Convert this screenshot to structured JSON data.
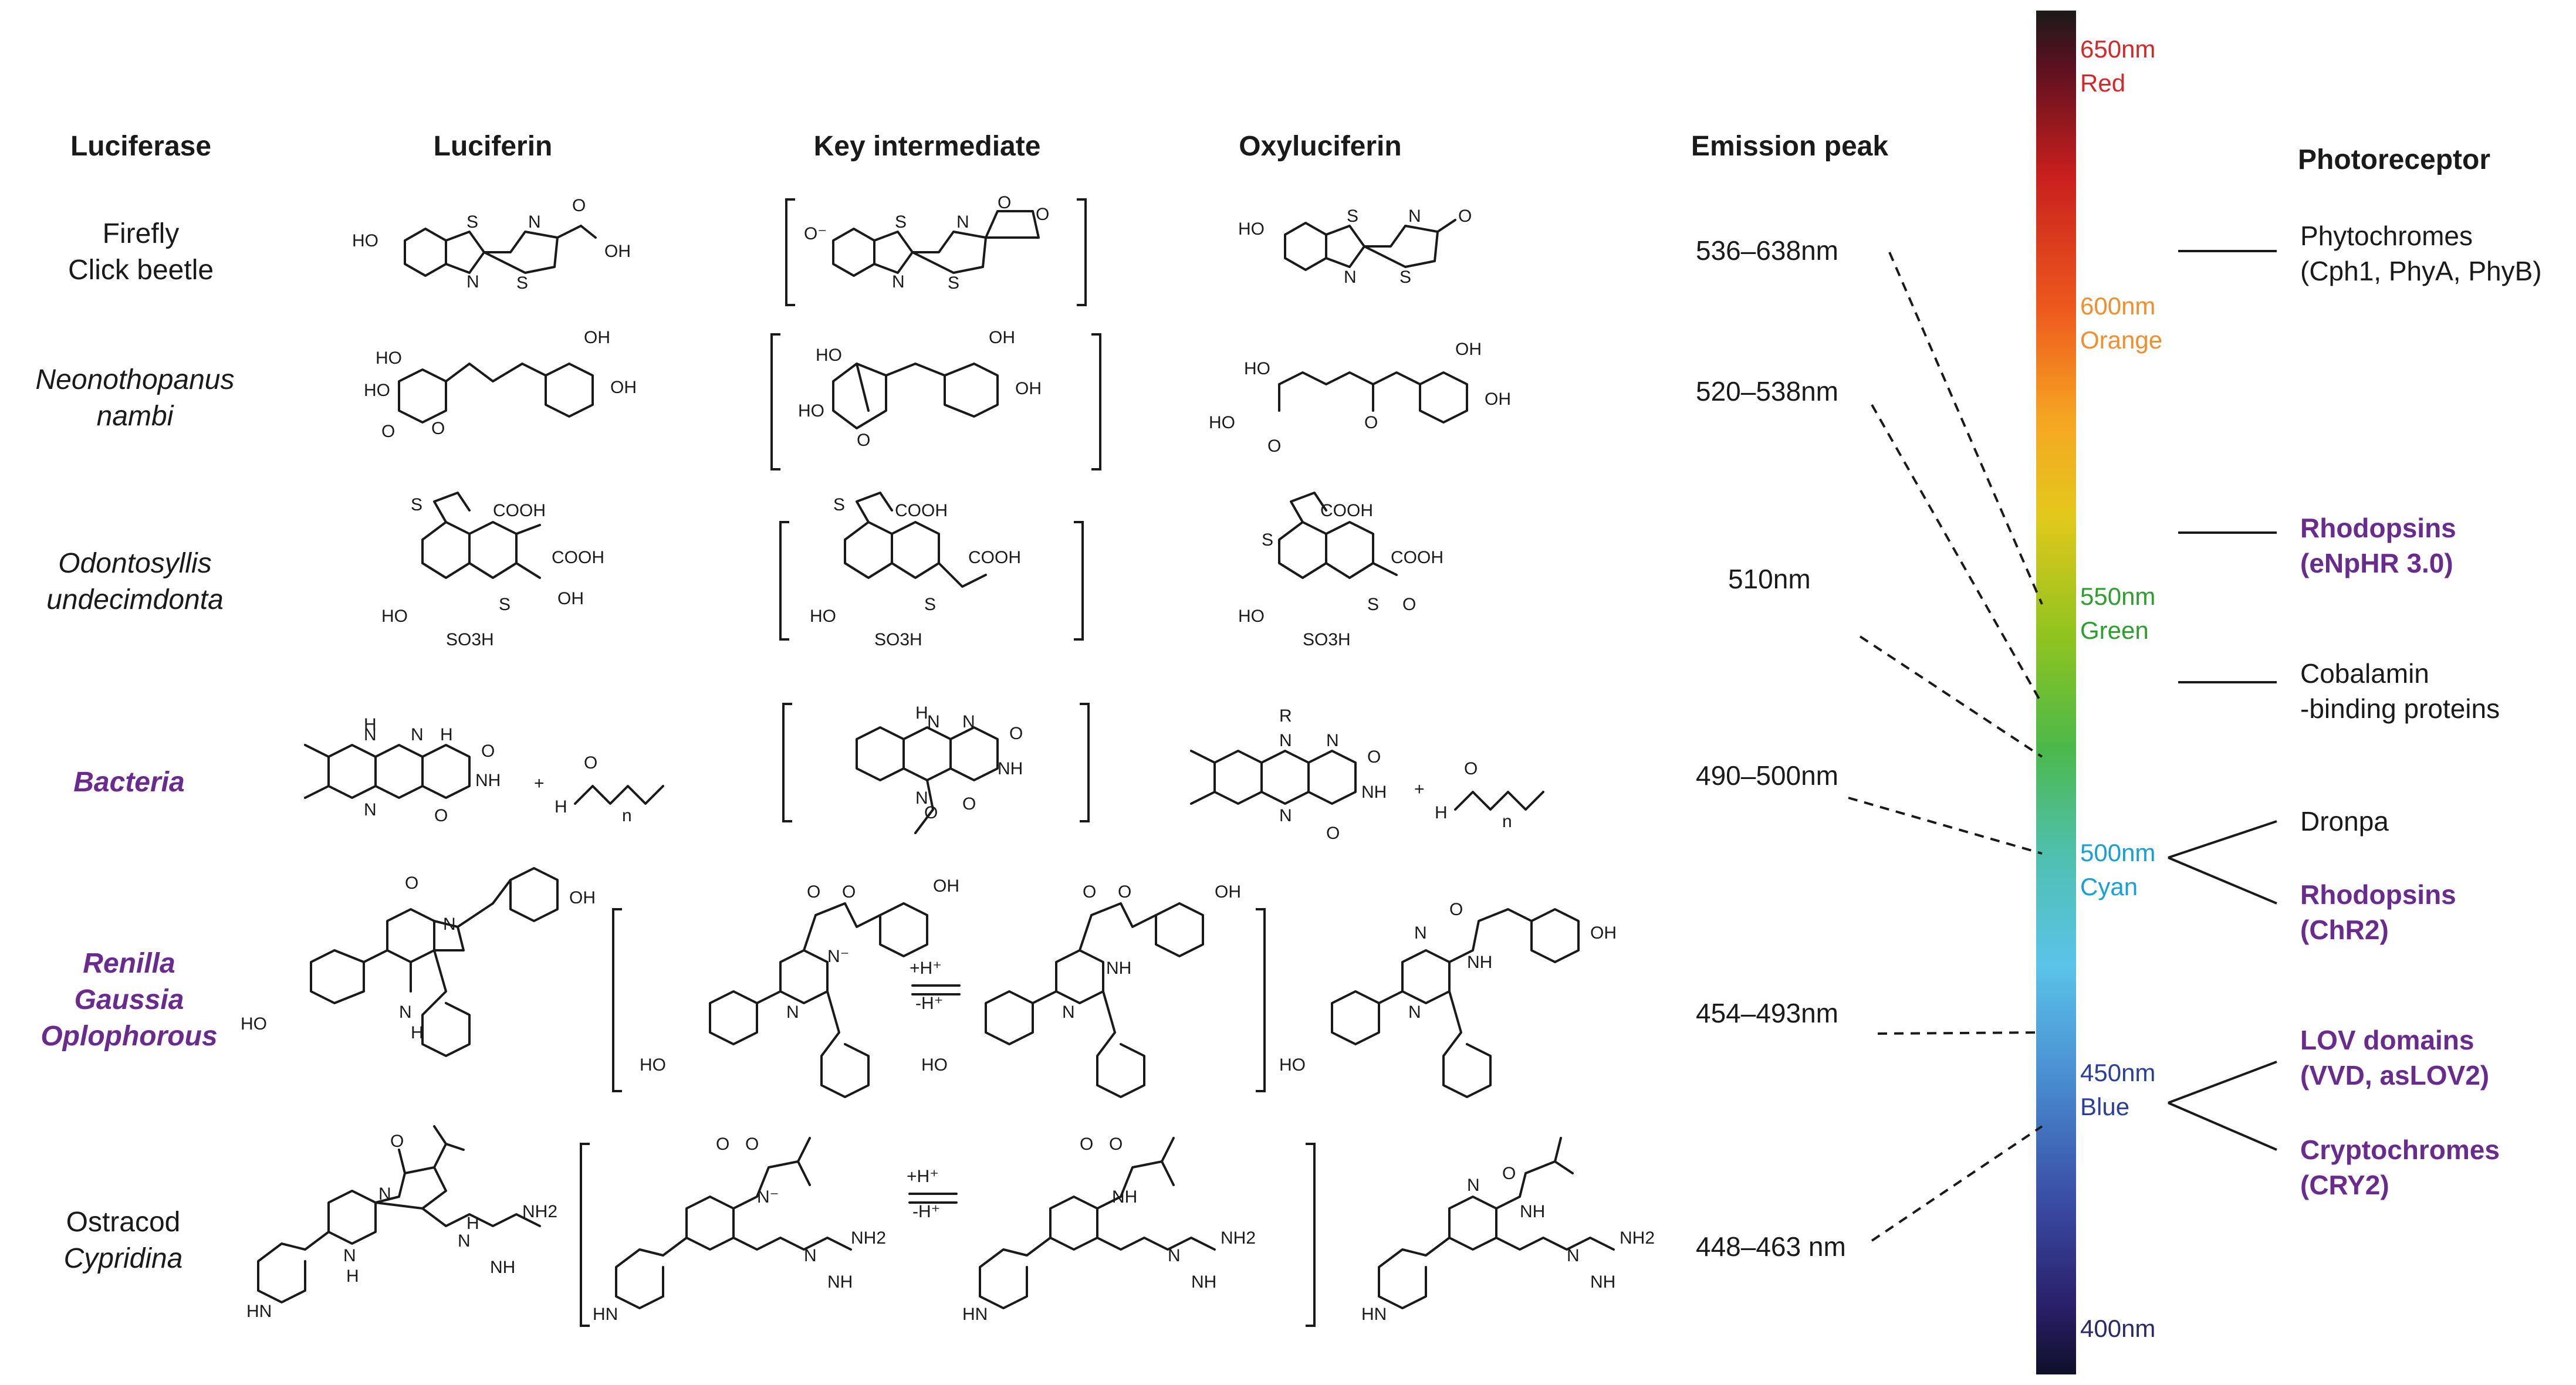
{
  "headers": {
    "luciferase": "Luciferase",
    "luciferin": "Luciferin",
    "intermediate": "Key intermediate",
    "oxyluciferin": "Oxyluciferin",
    "emission": "Emission peak",
    "photoreceptor": "Photoreceptor"
  },
  "luciferases": [
    {
      "lines": [
        "Firefly",
        "Click beetle"
      ],
      "style": "normal"
    },
    {
      "lines": [
        "Neonothopanus",
        "nambi"
      ],
      "style": "italic"
    },
    {
      "lines": [
        "Odontosyllis",
        "undecimdonta"
      ],
      "style": "italic"
    },
    {
      "lines": [
        "Bacteria"
      ],
      "style": "purple-italic"
    },
    {
      "lines": [
        "Renilla",
        "Gaussia",
        "Oplophorous"
      ],
      "style": "purple-italic"
    },
    {
      "lines": [
        "Ostracod",
        "Cypridina"
      ],
      "style": "mixed"
    }
  ],
  "emission_peaks": [
    "536–638nm",
    "520–538nm",
    "510nm",
    "490–500nm",
    "454–493nm",
    "448–463 nm"
  ],
  "spectrum": {
    "labels": [
      {
        "nm": "650nm",
        "color_name": "Red",
        "color": "#d62728"
      },
      {
        "nm": "600nm",
        "color_name": "Orange",
        "color": "#f28e2b"
      },
      {
        "nm": "550nm",
        "color_name": "Green",
        "color": "#2ca02c"
      },
      {
        "nm": "500nm",
        "color_name": "Cyan",
        "color": "#17a0d8"
      },
      {
        "nm": "450nm",
        "color_name": "Blue",
        "color": "#2a3f9a"
      },
      {
        "nm": "400nm",
        "color_name": "",
        "color": "#2a2a6a"
      }
    ]
  },
  "photoreceptors": [
    {
      "lines": [
        "Phytochromes",
        "(Cph1, PhyA, PhyB)"
      ],
      "style": "normal"
    },
    {
      "lines": [
        "Rhodopsins",
        "(eNpHR 3.0)"
      ],
      "style": "purple"
    },
    {
      "lines": [
        "Cobalamin",
        "-binding proteins"
      ],
      "style": "normal"
    },
    {
      "lines": [
        "Dronpa"
      ],
      "style": "normal"
    },
    {
      "lines": [
        "Rhodopsins",
        "(ChR2)"
      ],
      "style": "purple"
    },
    {
      "lines": [
        "LOV domains",
        "(VVD, asLOV2)"
      ],
      "style": "purple"
    },
    {
      "lines": [
        "Cryptochromes",
        "(CRY2)"
      ],
      "style": "purple"
    }
  ],
  "atoms": {
    "oh": "OH",
    "ho": "HO",
    "s": "S",
    "n": "N",
    "o": "O",
    "nh": "NH",
    "hn": "HN",
    "h": "H",
    "cooh": "COOH",
    "so3h": "SO3H",
    "o_minus": "O⁻",
    "n_minus": "N⁻",
    "nh2": "NH2",
    "r": "R",
    "plus": "+",
    "n_sub": "n",
    "h_plus": "+H⁺",
    "h_minus": "-H⁺"
  },
  "colors": {
    "purple": "#6a2b8e"
  }
}
